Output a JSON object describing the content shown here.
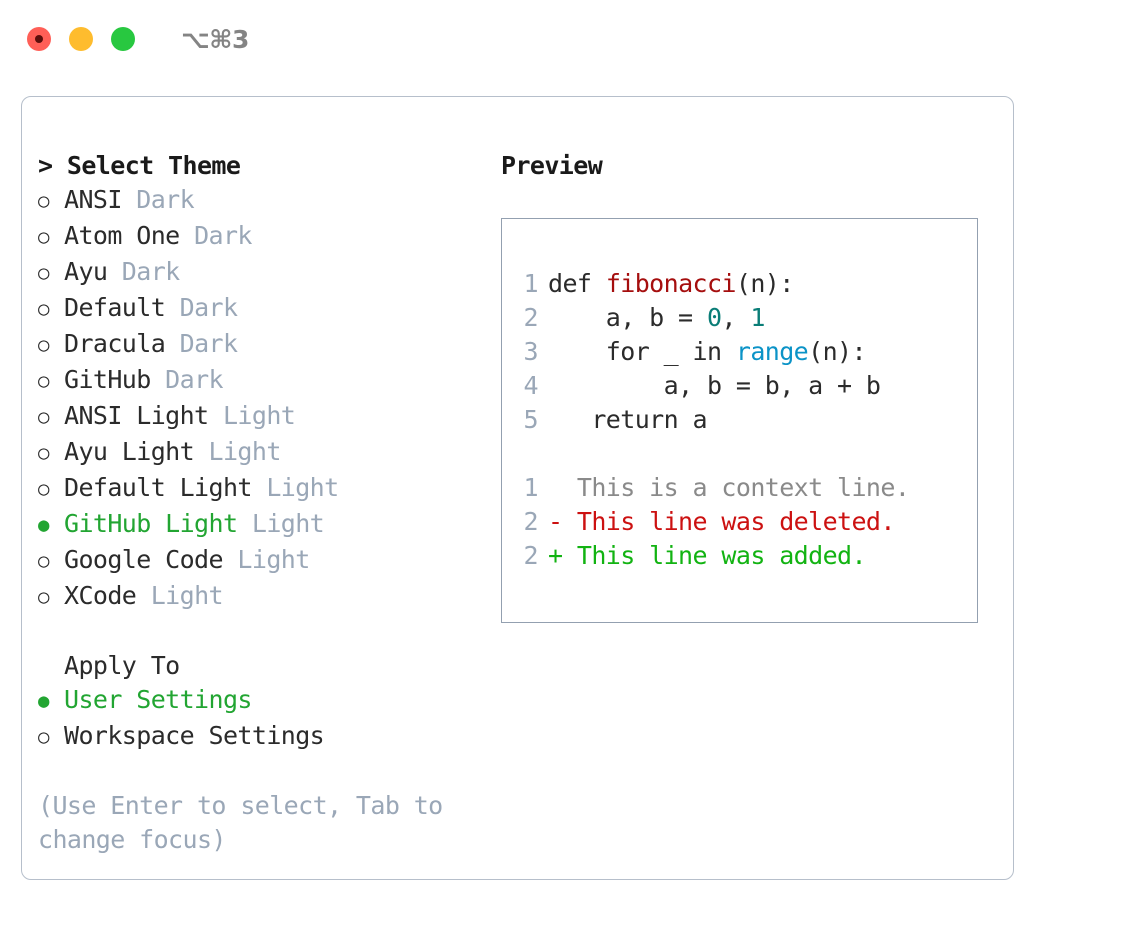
{
  "window": {
    "shortcut": "⌥⌘3",
    "traffic_lights": [
      "close",
      "minimize",
      "maximize"
    ]
  },
  "theme_picker": {
    "title": "> Select Theme",
    "prompt_prefix": ">",
    "title_text": "Select Theme",
    "selected_index": 9,
    "options": [
      {
        "bullet": "○",
        "label": "ANSI",
        "kind": "Dark",
        "selected": false
      },
      {
        "bullet": "○",
        "label": "Atom One",
        "kind": "Dark",
        "selected": false
      },
      {
        "bullet": "○",
        "label": "Ayu",
        "kind": "Dark",
        "selected": false
      },
      {
        "bullet": "○",
        "label": "Default",
        "kind": "Dark",
        "selected": false
      },
      {
        "bullet": "○",
        "label": "Dracula",
        "kind": "Dark",
        "selected": false
      },
      {
        "bullet": "○",
        "label": "GitHub",
        "kind": "Dark",
        "selected": false
      },
      {
        "bullet": "○",
        "label": "ANSI Light",
        "kind": "Light",
        "selected": false
      },
      {
        "bullet": "○",
        "label": "Ayu Light",
        "kind": "Light",
        "selected": false
      },
      {
        "bullet": "○",
        "label": "Default Light",
        "kind": "Light",
        "selected": false
      },
      {
        "bullet": "●",
        "label": "GitHub Light",
        "kind": "Light",
        "selected": true
      },
      {
        "bullet": "○",
        "label": "Google Code",
        "kind": "Light",
        "selected": false
      },
      {
        "bullet": "○",
        "label": "XCode",
        "kind": "Light",
        "selected": false
      }
    ]
  },
  "apply_to": {
    "title": "Apply To",
    "selected_index": 0,
    "options": [
      {
        "bullet": "●",
        "label": "User Settings",
        "selected": true
      },
      {
        "bullet": "○",
        "label": "Workspace Settings",
        "selected": false
      }
    ]
  },
  "hint": "(Use Enter to select, Tab to change focus)",
  "preview": {
    "title": "Preview",
    "code_lines": [
      {
        "number": "1",
        "tokens": [
          {
            "text": "def ",
            "style": "plain"
          },
          {
            "text": "fibonacci",
            "style": "fn"
          },
          {
            "text": "(n):",
            "style": "plain"
          }
        ]
      },
      {
        "number": "2",
        "tokens": [
          {
            "text": "    a, b = ",
            "style": "plain"
          },
          {
            "text": "0",
            "style": "num"
          },
          {
            "text": ", ",
            "style": "plain"
          },
          {
            "text": "1",
            "style": "num"
          }
        ]
      },
      {
        "number": "3",
        "tokens": [
          {
            "text": "    for _ in ",
            "style": "plain"
          },
          {
            "text": "range",
            "style": "builtin"
          },
          {
            "text": "(n):",
            "style": "plain"
          }
        ]
      },
      {
        "number": "4",
        "tokens": [
          {
            "text": "        a, b = b, a + b",
            "style": "plain"
          }
        ]
      },
      {
        "number": "5",
        "tokens": [
          {
            "text": "   return a",
            "style": "plain"
          }
        ]
      }
    ],
    "diff_lines": [
      {
        "number": "1",
        "marker": " ",
        "text": "  This is a context line.",
        "style": "ctx"
      },
      {
        "number": "2",
        "marker": "-",
        "text": "- This line was deleted.",
        "style": "del"
      },
      {
        "number": "2",
        "marker": "+",
        "text": "+ This line was added.",
        "style": "add"
      }
    ]
  },
  "colors": {
    "accent_green": "#22a532",
    "muted": "#9aa7b7",
    "text": "#2b2b2b",
    "fn_red": "#a50e0e",
    "number_teal": "#0a7d77",
    "builtin_blue": "#0b93c7",
    "diff_delete": "#cc1111",
    "diff_add": "#12b312",
    "diff_context": "#8a8a8a",
    "panel_border": "#b6bfcb",
    "code_border": "#93a0b0",
    "background": "#ffffff"
  }
}
